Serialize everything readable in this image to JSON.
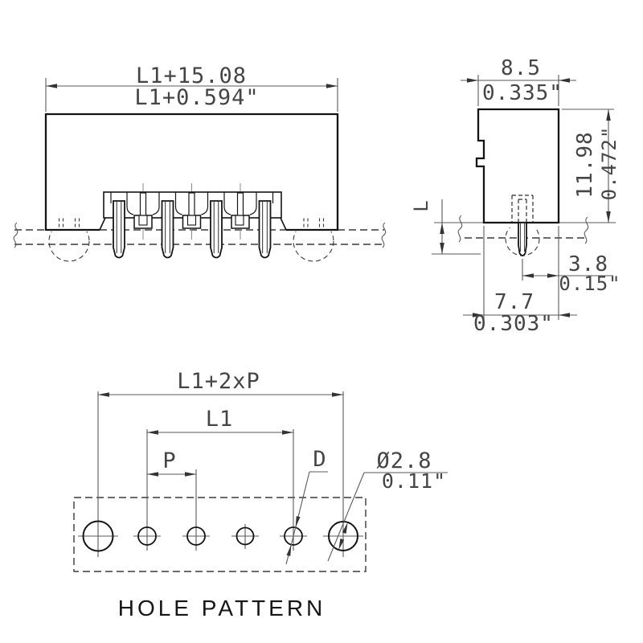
{
  "drawing": {
    "colors": {
      "line": "#141414",
      "dim_line": "#5a5a5a",
      "text": "#454545",
      "background": "#ffffff"
    },
    "front_view": {
      "width_mm": "L1+15.08",
      "width_in": "L1+0.594\""
    },
    "side_view": {
      "depth_mm": "8.5",
      "depth_in": "0.335\"",
      "height_mm": "11.98",
      "height_in": "0.472\"",
      "pin_length_label": "L",
      "pin_to_edge_mm": "3.8",
      "pin_to_edge_in": "0.15\"",
      "base_depth_mm": "7.7",
      "base_depth_in": "0.303\""
    },
    "hole_pattern": {
      "caption": "HOLE PATTERN",
      "overall_span_label": "L1+2xP",
      "pin_span_label": "L1",
      "pitch_label": "P",
      "pin_hole_dia_label": "D",
      "mounting_hole_dia_mm": "Ø2.8",
      "mounting_hole_dia_in": "0.11\""
    }
  }
}
